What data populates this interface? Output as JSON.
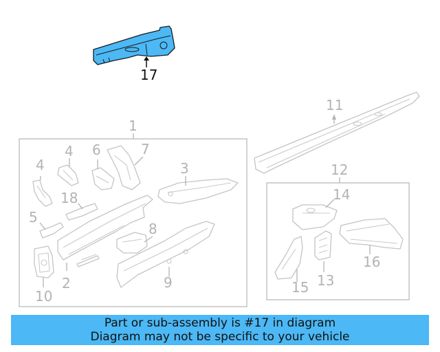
{
  "callouts": {
    "c17": "17",
    "c11": "11",
    "c1": "1",
    "c12": "12",
    "c4a": "4",
    "c4b": "4",
    "c6": "6",
    "c7": "7",
    "c3": "3",
    "c18": "18",
    "c5": "5",
    "c8": "8",
    "c2": "2",
    "c9": "9",
    "c10": "10",
    "c14": "14",
    "c15": "15",
    "c13": "13",
    "c16": "16"
  },
  "colors": {
    "highlight_part": "#4cb8f5",
    "banner_background": "#4cb8f5"
  },
  "banner": {
    "line1": "Part or sub-assembly is #17 in diagram",
    "line2": "Diagram may not be specific to your vehicle"
  }
}
